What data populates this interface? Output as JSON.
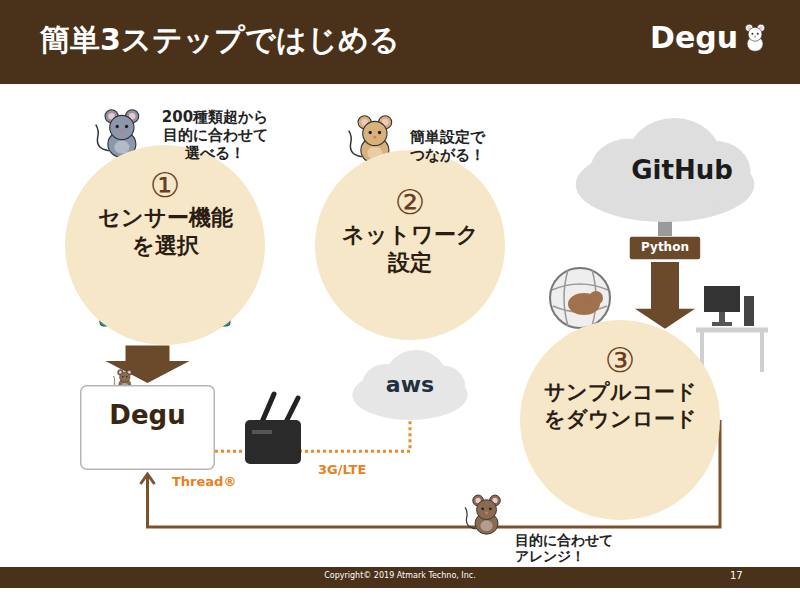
{
  "diagram": {
    "title": "簡単3ステップではじめる",
    "nodes": [
      {
        "text": [
          "①",
          "センサー機能を選択"
        ]
      },
      {
        "text": [
          "②",
          "ネットワーク設定"
        ]
      },
      {
        "text": [
          "GitHub"
        ]
      },
      {
        "text": [
          "Python"
        ]
      },
      {
        "text": [
          "③",
          "サンプルコードをダウンロード"
        ]
      },
      {
        "text": [
          "Degu"
        ]
      },
      {
        "text": [
          "aws"
        ]
      }
    ],
    "edges": [
      {
        "from": 0,
        "to": 5,
        "arrow": "to"
      },
      {
        "from": 2,
        "to": 3,
        "arrow": "none"
      },
      {
        "from": 3,
        "to": 4,
        "arrow": "to"
      },
      {
        "from": 4,
        "to": 5,
        "arrow": "to",
        "label": "目的に合わせてアレンジ！"
      },
      {
        "from": 5,
        "to": 6,
        "arrow": "none"
      }
    ],
    "labels": [
      "Degu",
      "200種類超から目的に合わせて選べる！",
      "簡単設定でつながる！",
      "Thread®",
      "3G/LTE",
      "Copyright© 2019 Atmark Techno, Inc.",
      "17"
    ]
  }
}
